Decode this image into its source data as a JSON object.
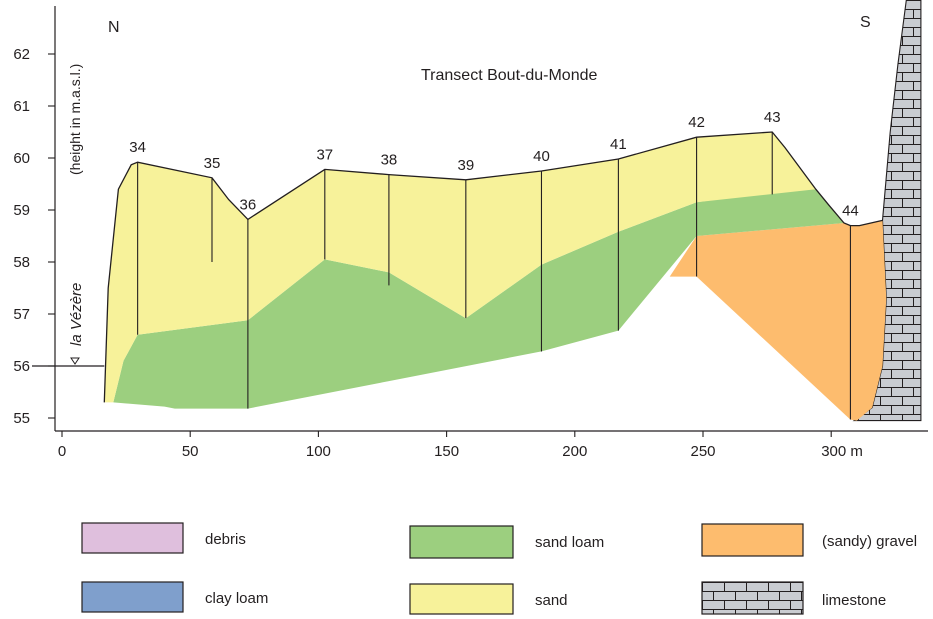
{
  "figure": {
    "title": "Transect  Bout-du-Monde",
    "north_label": "N",
    "south_label": "S",
    "y_axis_label": "(height in m.a.s.l.)",
    "river_label": "la Vézère"
  },
  "axes": {
    "x_ticks": [
      {
        "value": 0,
        "label": "0"
      },
      {
        "value": 50,
        "label": "50"
      },
      {
        "value": 100,
        "label": "100"
      },
      {
        "value": 150,
        "label": "150"
      },
      {
        "value": 200,
        "label": "200"
      },
      {
        "value": 250,
        "label": "250"
      },
      {
        "value": 300,
        "label": "300 m"
      }
    ],
    "y_ticks": [
      {
        "value": 55,
        "label": "55"
      },
      {
        "value": 56,
        "label": "56"
      },
      {
        "value": 57,
        "label": "57"
      },
      {
        "value": 58,
        "label": "58"
      },
      {
        "value": 59,
        "label": "59"
      },
      {
        "value": 60,
        "label": "60"
      },
      {
        "value": 61,
        "label": "61"
      },
      {
        "value": 62,
        "label": "62"
      }
    ],
    "x_range": [
      0,
      335
    ],
    "y_range": [
      54.75,
      63.3
    ]
  },
  "boreholes": [
    {
      "label": "34",
      "x": 29.5,
      "top": 59.92,
      "bottom": 56.6
    },
    {
      "label": "35",
      "x": 58.5,
      "top": 59.62,
      "bottom": 58.0
    },
    {
      "label": "36",
      "x": 72.5,
      "top": 58.82,
      "bottom": 55.18
    },
    {
      "label": "37",
      "x": 102.5,
      "top": 59.78,
      "bottom": 58.05
    },
    {
      "label": "38",
      "x": 127.5,
      "top": 59.68,
      "bottom": 57.55
    },
    {
      "label": "39",
      "x": 157.5,
      "top": 59.58,
      "bottom": 56.92
    },
    {
      "label": "40",
      "x": 187,
      "top": 59.75,
      "bottom": 56.28
    },
    {
      "label": "41",
      "x": 217,
      "top": 59.98,
      "bottom": 56.68
    },
    {
      "label": "42",
      "x": 247.5,
      "top": 60.4,
      "bottom": 57.72
    },
    {
      "label": "43",
      "x": 277,
      "top": 60.5,
      "bottom": 59.3
    },
    {
      "label": "44",
      "x": 307.5,
      "top": 58.7,
      "bottom": 54.97
    }
  ],
  "layers": {
    "sand": {
      "color": "#f7f29a",
      "outline": [
        [
          16.5,
          55.3
        ],
        [
          18,
          57.5
        ],
        [
          22,
          59.4
        ],
        [
          27,
          59.87
        ],
        [
          29.5,
          59.92
        ],
        [
          58.5,
          59.62
        ],
        [
          65,
          59.2
        ],
        [
          72.5,
          58.82
        ],
        [
          102.5,
          59.78
        ],
        [
          127.5,
          59.68
        ],
        [
          157.5,
          59.58
        ],
        [
          187,
          59.75
        ],
        [
          217,
          59.98
        ],
        [
          247.5,
          60.4
        ],
        [
          277,
          60.5
        ],
        [
          282,
          60.2
        ],
        [
          294,
          59.4
        ],
        [
          247.5,
          59.15
        ],
        [
          217,
          58.58
        ],
        [
          187,
          57.95
        ],
        [
          157.5,
          56.92
        ],
        [
          127.5,
          57.8
        ],
        [
          102.5,
          58.05
        ],
        [
          72.5,
          56.88
        ],
        [
          29.5,
          56.6
        ],
        [
          24,
          56.1
        ],
        [
          20,
          55.3
        ]
      ]
    },
    "sand_loam": {
      "color": "#9ccf7f",
      "outline": [
        [
          20,
          55.3
        ],
        [
          24,
          56.1
        ],
        [
          29.5,
          56.6
        ],
        [
          72.5,
          56.88
        ],
        [
          102.5,
          58.05
        ],
        [
          127.5,
          57.8
        ],
        [
          157.5,
          56.92
        ],
        [
          187,
          57.95
        ],
        [
          217,
          58.58
        ],
        [
          247.5,
          59.15
        ],
        [
          277,
          59.35
        ],
        [
          294,
          59.4
        ],
        [
          299,
          59.1
        ],
        [
          305,
          58.75
        ],
        [
          247.5,
          58.5
        ],
        [
          217,
          56.68
        ],
        [
          187,
          56.28
        ],
        [
          72.5,
          55.18
        ],
        [
          44,
          55.18
        ],
        [
          40,
          55.22
        ]
      ]
    },
    "gravel": {
      "color": "#fdbc6e",
      "outline": [
        [
          237,
          57.72
        ],
        [
          247.5,
          58.5
        ],
        [
          305,
          58.75
        ],
        [
          307.5,
          58.7
        ],
        [
          311,
          58.7
        ],
        [
          320,
          58.8
        ],
        [
          321.5,
          57.3
        ],
        [
          320,
          56.0
        ],
        [
          316,
          55.2
        ],
        [
          310,
          54.95
        ],
        [
          307.5,
          54.97
        ],
        [
          247.5,
          57.72
        ]
      ]
    },
    "limestone": {
      "color": "#c9ccd1",
      "outline": [
        [
          309,
          54.95
        ],
        [
          316,
          55.2
        ],
        [
          320,
          56.0
        ],
        [
          321.5,
          57.3
        ],
        [
          320,
          58.8
        ],
        [
          323,
          60.5
        ],
        [
          326,
          61.8
        ],
        [
          330,
          63.3
        ],
        [
          335,
          63.3
        ],
        [
          335,
          54.95
        ]
      ]
    }
  },
  "surface_profile": [
    [
      16.5,
      55.3
    ],
    [
      18,
      57.5
    ],
    [
      22,
      59.4
    ],
    [
      27,
      59.87
    ],
    [
      29.5,
      59.92
    ],
    [
      58.5,
      59.62
    ],
    [
      65,
      59.2
    ],
    [
      72.5,
      58.82
    ],
    [
      102.5,
      59.78
    ],
    [
      127.5,
      59.68
    ],
    [
      157.5,
      59.58
    ],
    [
      187,
      59.75
    ],
    [
      217,
      59.98
    ],
    [
      247.5,
      60.4
    ],
    [
      277,
      60.5
    ],
    [
      282,
      60.2
    ],
    [
      294,
      59.4
    ],
    [
      299,
      59.1
    ],
    [
      305,
      58.75
    ],
    [
      307.5,
      58.7
    ],
    [
      311,
      58.7
    ],
    [
      320,
      58.8
    ]
  ],
  "river_level": 56.0,
  "legend": [
    {
      "key": "debris",
      "label": "debris",
      "color": "#dfbfdd"
    },
    {
      "key": "clay-loam",
      "label": "clay loam",
      "color": "#7f9fcc"
    },
    {
      "key": "sand-loam",
      "label": "sand loam",
      "color": "#9ccf7f"
    },
    {
      "key": "sand",
      "label": "sand",
      "color": "#f7f29a"
    },
    {
      "key": "sandy-gravel",
      "label": "(sandy) gravel",
      "color": "#fdbc6e"
    },
    {
      "key": "limestone",
      "label": "limestone",
      "color": "#c9ccd1"
    }
  ]
}
